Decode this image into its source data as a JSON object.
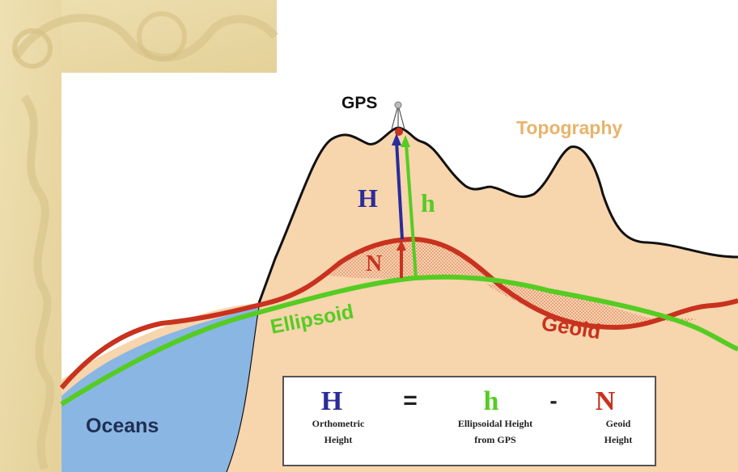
{
  "labels": {
    "gps": "GPS",
    "topography": "Topography",
    "ellipsoid": "Ellipsoid",
    "geoid": "Geoid",
    "oceans": "Oceans",
    "H": "H",
    "h": "h",
    "N": "N"
  },
  "legend": {
    "H_symbol": "H",
    "equals": "=",
    "h_symbol": "h",
    "minus": "-",
    "N_symbol": "N",
    "H_desc_line1": "Orthometric",
    "H_desc_line2": "Height",
    "h_desc_line1": "Ellipsoidal Height",
    "h_desc_line2": "from GPS",
    "N_desc_line1": "Geoid",
    "N_desc_line2": "Height"
  },
  "colors": {
    "H": "#2b2b9a",
    "h": "#55cc22",
    "N": "#c8321e",
    "geoid": "#c8321e",
    "ellipsoid": "#55cc22",
    "topography_fill": "#f7d5ad",
    "topography_label": "#e8b46a",
    "ocean": "#8ab6e4",
    "ocean_label": "#1f2f52",
    "background_pattern": "#e9d8a2"
  }
}
